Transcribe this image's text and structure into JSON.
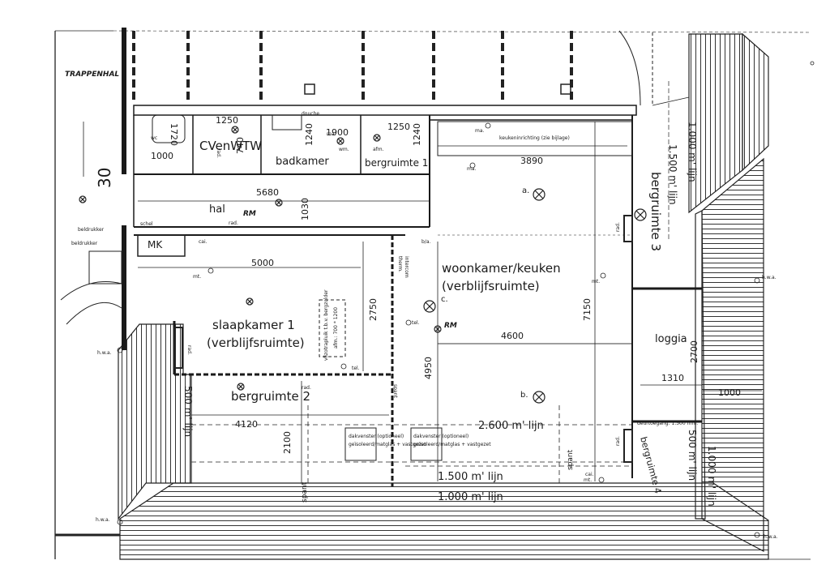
{
  "labels": {
    "trappenhal": "TRAPPENHAL",
    "num30": "30",
    "cvwtw": "CVenWTW",
    "badkamer": "badkamer",
    "bergruimte1": "bergruimte 1",
    "hal": "hal",
    "mk": "MK",
    "woonkamer": "woonkamer/keuken",
    "verblijf1": "(verblijfsruimte)",
    "slaapkamer": "slaapkamer 1",
    "verblijf2": "(verblijfsruimte)",
    "bergruimte2": "bergruimte 2",
    "bergruimte3": "bergruimte 3",
    "bergruimte4": "bergruimte 4",
    "loggia": "loggia",
    "keuken_inr": "keukeninrichting (zie bijlage)",
    "therm": "therm.",
    "intercom": "intercom",
    "tel1": "tel.",
    "tel2": "tel.",
    "beldrukker1": "beldrukker",
    "beldrukker2": "beldrukker",
    "schel": "schel",
    "vliering": "vlizotrapluik t.b.v. bergzolder",
    "vliering_afm": "afm.: 700 * 1200",
    "dakvenster1a": "dakvenster (optioneel)",
    "dakvenster1b": "geïsoleerd/matglas + vastgezet",
    "dakvenster2a": "dakvenster (optioneel)",
    "dakvenster2b": "geïsoleerd/matglas + vastgezet",
    "deurtoegang": "deurtoegang: 1.500 mm.",
    "spant1": "spant",
    "spant2": "spant",
    "spant3": "spant",
    "rm1": "RM",
    "rm2": "RM",
    "wc": "wc",
    "douche": "douche",
    "wm": "wm.",
    "afm": "afm.",
    "ma1": "ma.",
    "ma2": "ma.",
    "ma3": "ma.",
    "mt1": "mt.",
    "mt2": "mt.",
    "mt3": "mt.",
    "a": "a.",
    "b": "b.",
    "c": "c.",
    "ba": "b/a.",
    "cai1": "cai.",
    "cai2": "cai.",
    "rad1": "rad.",
    "rad2": "rad.",
    "rad3": "rad.",
    "rad4": "rad.",
    "rad5": "rad.",
    "rad6": "rad.",
    "hwa1": "h.w.a.",
    "hwa2": "h.w.a.",
    "hwa3": "h.w.a.",
    "hwa4": "h.w.a.",
    "lijn500_v": "500 m' lijn",
    "lijn1500_v": "1.500 m' lijn",
    "lijn1000_v1": "1.000 m' lijn",
    "lijn1000_v2": "1.000 m' lijn",
    "lijn500_v2": "500 m' lijn",
    "lijn1000_h": "1.000 m' lijn",
    "lijn1500_h": "1.500 m' lijn",
    "lijn2600_h": "2.600 m' lijn"
  },
  "dims": {
    "d1250a": "1250",
    "d1720": "1720",
    "d1000a": "1000",
    "d740": "740",
    "d1240a": "1240",
    "d1900": "1900",
    "d1250b": "1250",
    "d1240b": "1240",
    "d3890": "3890",
    "d5680": "5680",
    "d1030": "1030",
    "d5000": "5000",
    "d2750": "2750",
    "d4600": "4600",
    "d7150": "7150",
    "d4950": "4950",
    "d2700": "2700",
    "d1310": "1310",
    "d1000b": "1000",
    "d4120": "4120",
    "d2100": "2100"
  }
}
